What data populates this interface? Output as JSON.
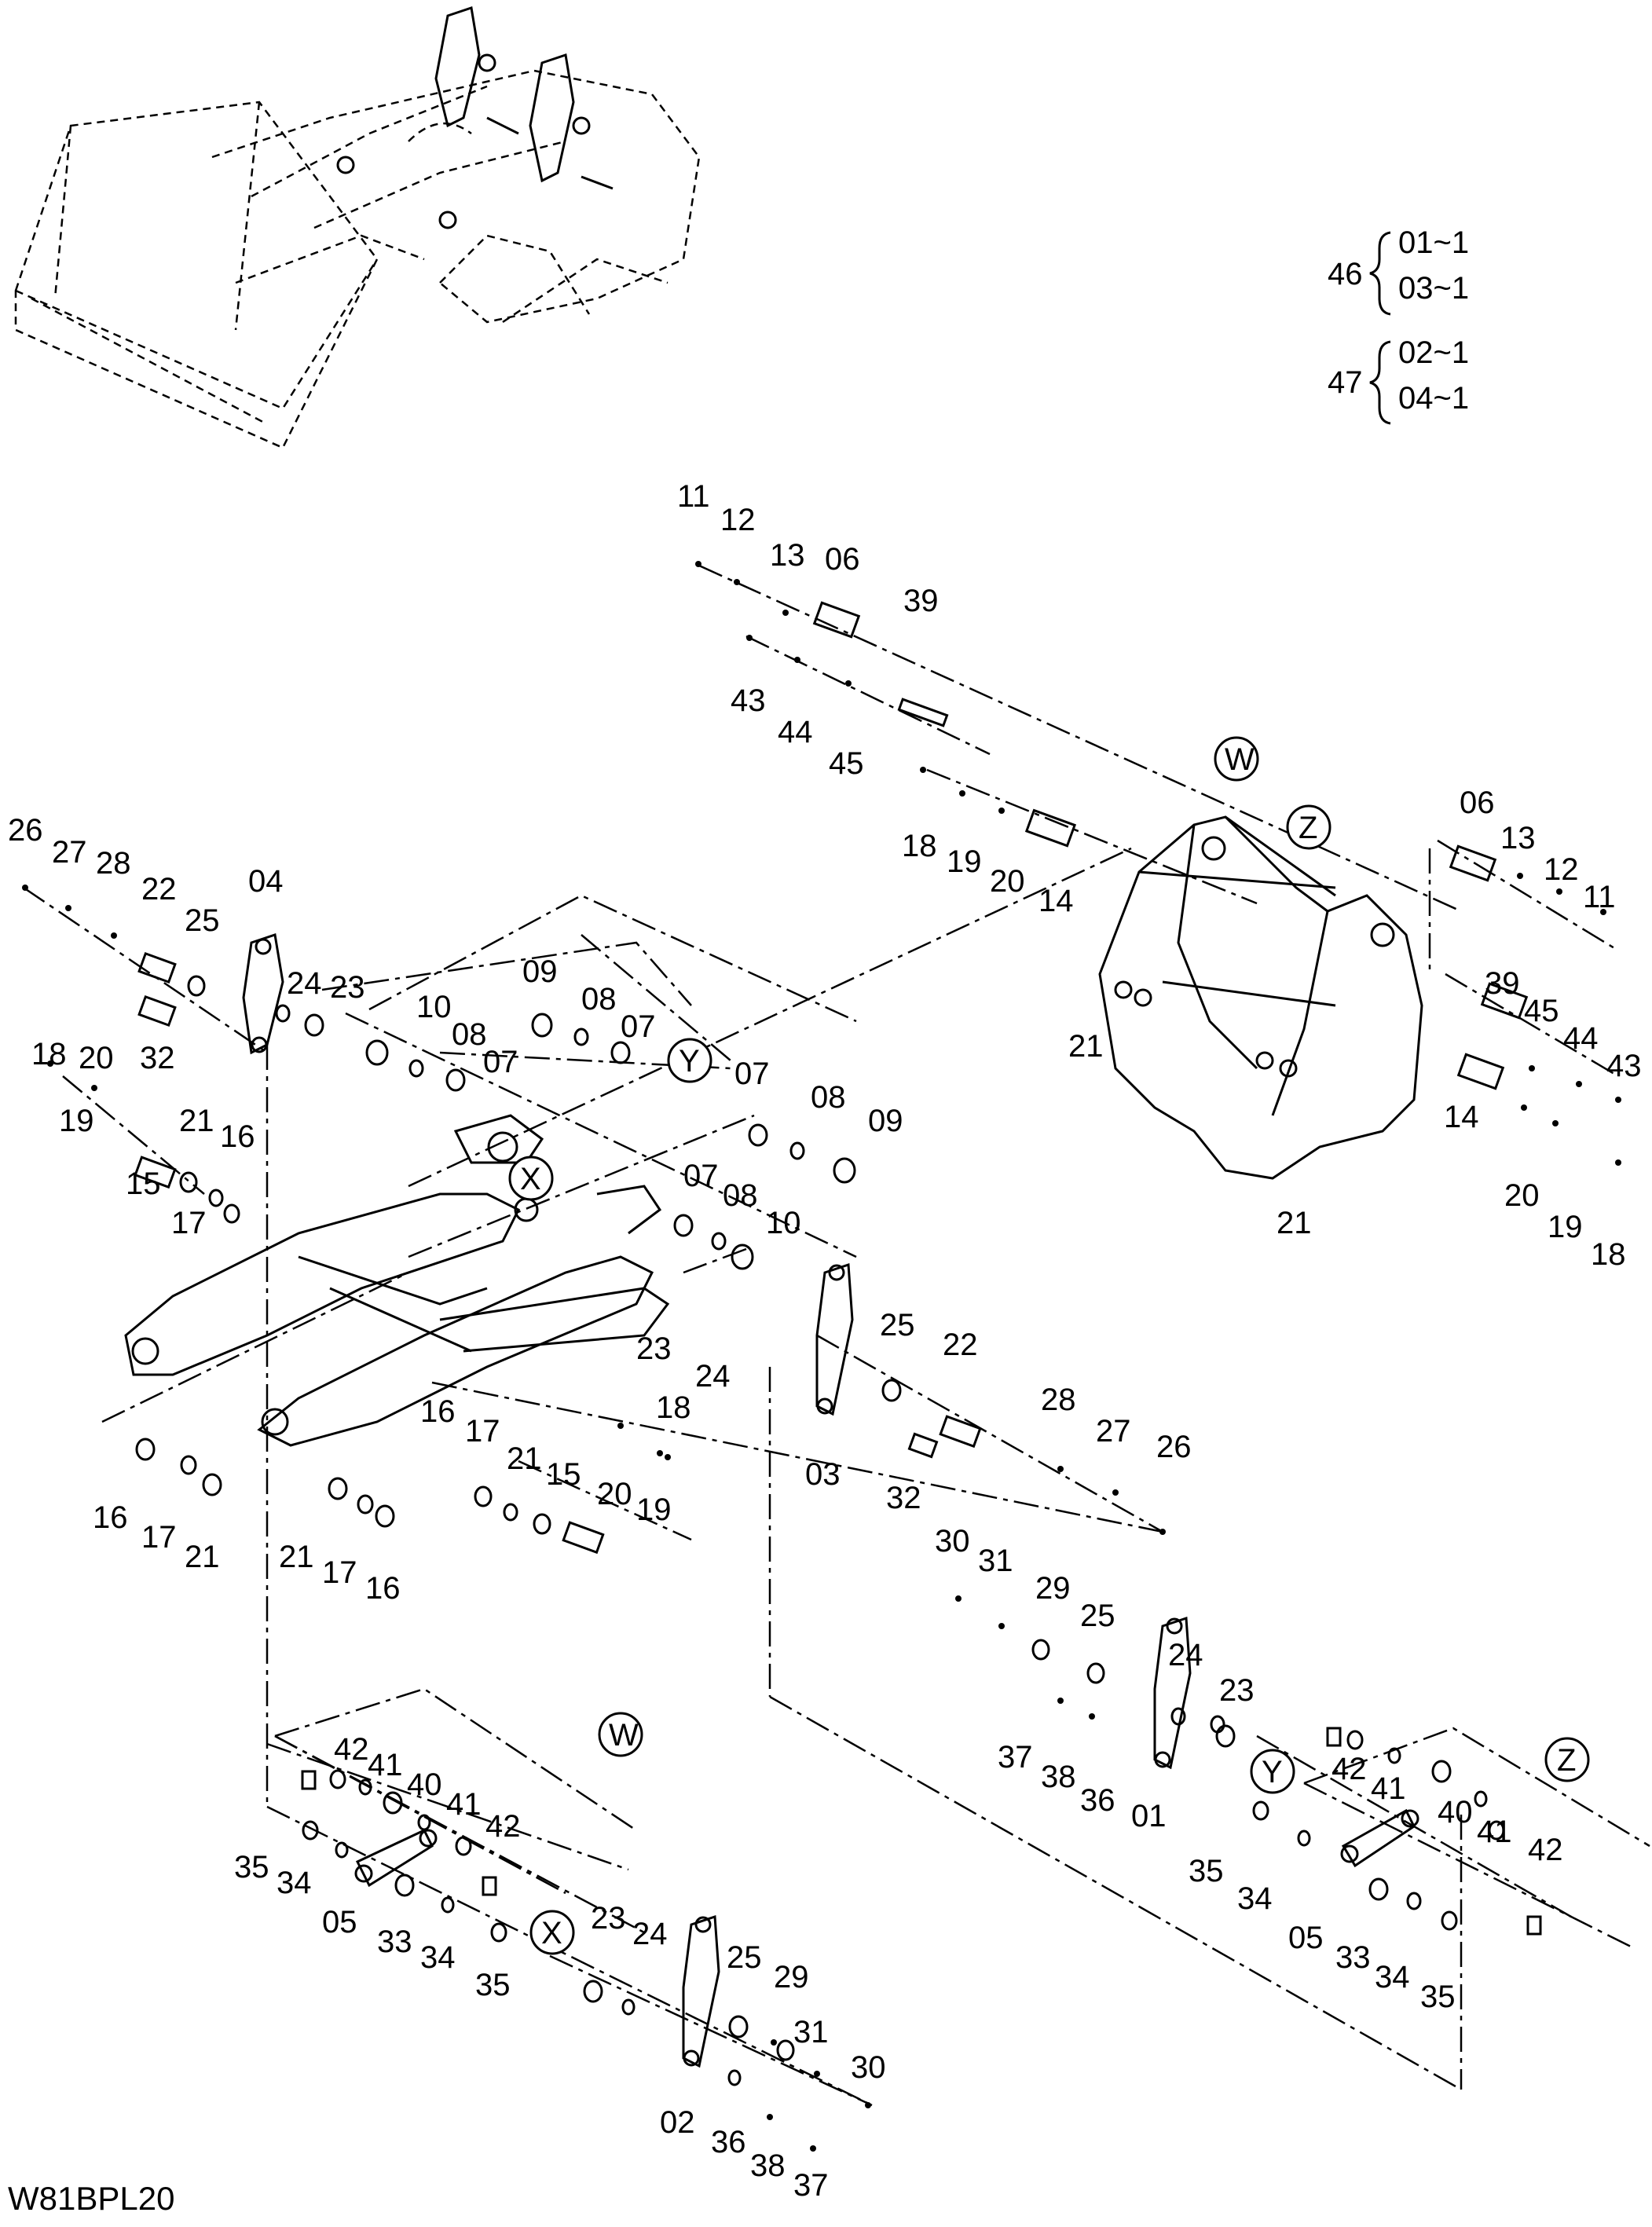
{
  "legend": {
    "set46": {
      "num": "46",
      "line1": "01~1",
      "line2": "03~1"
    },
    "set47": {
      "num": "47",
      "line1": "02~1",
      "line2": "04~1"
    }
  },
  "callouts": [
    "W",
    "X",
    "Y",
    "Z"
  ],
  "drawing_code": "W81BPL20",
  "labels": [
    "11",
    "12",
    "13",
    "06",
    "39",
    "43",
    "44",
    "45",
    "18",
    "19",
    "20",
    "14",
    "06",
    "13",
    "12",
    "11",
    "39",
    "45",
    "44",
    "43",
    "14",
    "20",
    "19",
    "18",
    "21",
    "21",
    "26",
    "27",
    "28",
    "22",
    "25",
    "04",
    "24",
    "23",
    "10",
    "08",
    "07",
    "09",
    "08",
    "07",
    "32",
    "18",
    "20",
    "19",
    "21",
    "16",
    "15",
    "17",
    "07",
    "08",
    "09",
    "07",
    "08",
    "10",
    "23",
    "24",
    "25",
    "22",
    "28",
    "27",
    "26",
    "03",
    "32",
    "16",
    "17",
    "21",
    "15",
    "20",
    "19",
    "18",
    "16",
    "17",
    "21",
    "21",
    "17",
    "16",
    "30",
    "31",
    "29",
    "25",
    "24",
    "23",
    "37",
    "38",
    "36",
    "01",
    "42",
    "41",
    "40",
    "41",
    "42",
    "35",
    "34",
    "05",
    "33",
    "34",
    "35",
    "42",
    "41",
    "40",
    "41",
    "42",
    "35",
    "34",
    "05",
    "33",
    "34",
    "35",
    "23",
    "24",
    "25",
    "29",
    "31",
    "30",
    "02",
    "36",
    "38",
    "37"
  ]
}
